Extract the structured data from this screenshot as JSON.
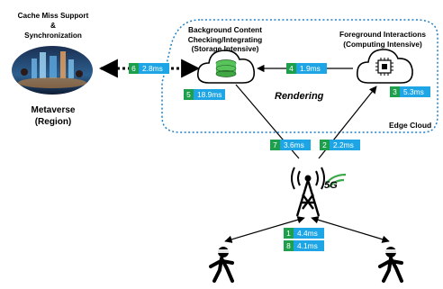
{
  "labels": {
    "cache_miss": [
      "Cache Miss Support",
      "&",
      "Synchronization"
    ],
    "metaverse": [
      "Metaverse",
      "(Region)"
    ],
    "background": [
      "Background Content",
      "Checking/Integrating",
      "(Storage Intensive)"
    ],
    "foreground": [
      "Foreground Interactions",
      "(Computing Intensive)"
    ],
    "rendering": "Rendering",
    "edge_cloud": "Edge Cloud",
    "tower_5g": "5G"
  },
  "latencies": [
    {
      "step": "6",
      "time": "2.8ms"
    },
    {
      "step": "4",
      "time": "1.9ms"
    },
    {
      "step": "5",
      "time": "18.9ms"
    },
    {
      "step": "3",
      "time": "5.3ms"
    },
    {
      "step": "7",
      "time": "3.6ms"
    },
    {
      "step": "2",
      "time": "2.2ms"
    },
    {
      "step": "1",
      "time": "4.4ms"
    },
    {
      "step": "8",
      "time": "4.1ms"
    }
  ],
  "colors": {
    "step_bg": "#1e9f4c",
    "time_bg": "#1ea5e6",
    "edge_border": "#1e7fc8",
    "storage_green": "#57c35a",
    "signal_green": "#3aa84a"
  },
  "icons": [
    "cloud-storage-icon",
    "cloud-chip-icon",
    "tower-icon",
    "user-vr-icon",
    "metaverse-city-icon"
  ]
}
